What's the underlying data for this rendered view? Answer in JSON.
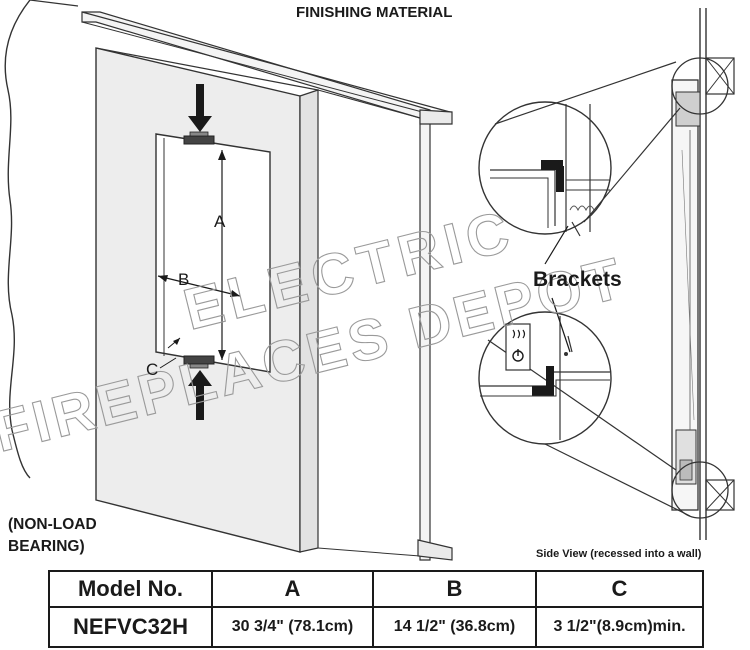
{
  "title": "FINISHING MATERIAL",
  "labels": {
    "dim_a": "A",
    "dim_b": "B",
    "dim_c": "C",
    "brackets": "Brackets",
    "non_load_line1": "(NON-LOAD",
    "non_load_line2": "BEARING)",
    "side_view": "Side View (recessed into a wall)"
  },
  "watermark": {
    "line1": "ELECTRIC",
    "line2": "FIREPLACES DEPOT"
  },
  "table": {
    "headers": [
      "Model No.",
      "A",
      "B",
      "C"
    ],
    "rows": [
      [
        "NEFVC32H",
        "30 3/4\" (78.1cm)",
        "14 1/2\" (36.8cm)",
        "3 1/2\"(8.9cm)min."
      ]
    ]
  }
}
